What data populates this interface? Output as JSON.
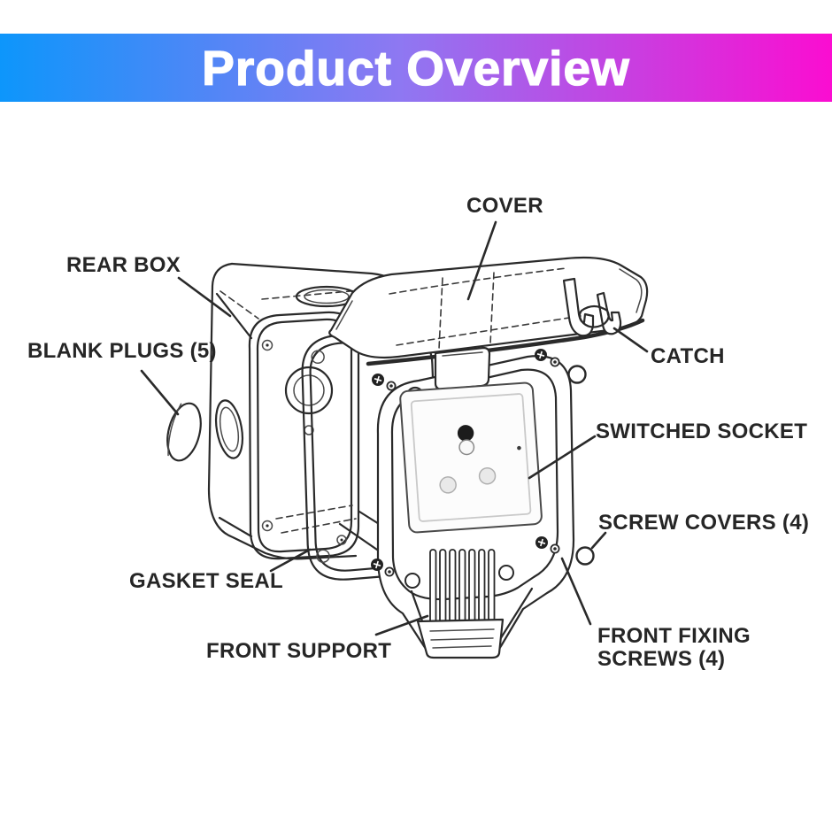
{
  "banner": {
    "title": "Product Overview"
  },
  "colors": {
    "banner_gradient_start": "#0d96fb",
    "banner_gradient_mid": "#8e78f2",
    "banner_gradient_end": "#fb0dd1",
    "banner_text": "#ffffff",
    "diagram_line": "#2a2a2a",
    "label_text": "#262626"
  },
  "diagram": {
    "labels": {
      "cover": "COVER",
      "rear_box": "REAR BOX",
      "blank_plugs": "BLANK PLUGS (5)",
      "catch": "CATCH",
      "switched_socket": "SWITCHED SOCKET",
      "screw_covers": "SCREW COVERS (4)",
      "gasket_seal": "GASKET SEAL",
      "front_support": "FRONT SUPPORT",
      "front_fixing_screws": "FRONT FIXING SCREWS (4)"
    }
  }
}
